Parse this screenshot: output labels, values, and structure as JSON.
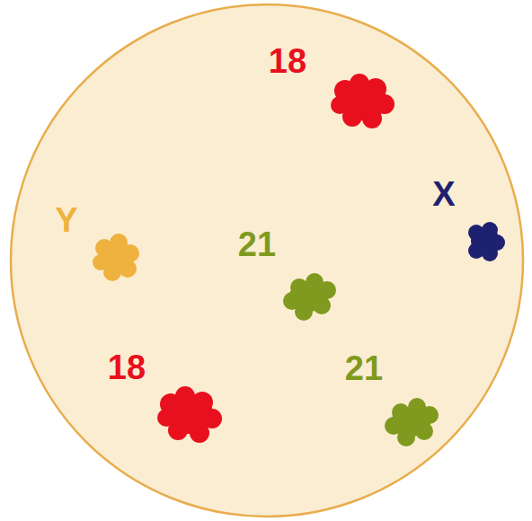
{
  "diagram": {
    "labels": [
      "18",
      "X",
      "Y",
      "21",
      "21",
      "18"
    ]
  }
}
